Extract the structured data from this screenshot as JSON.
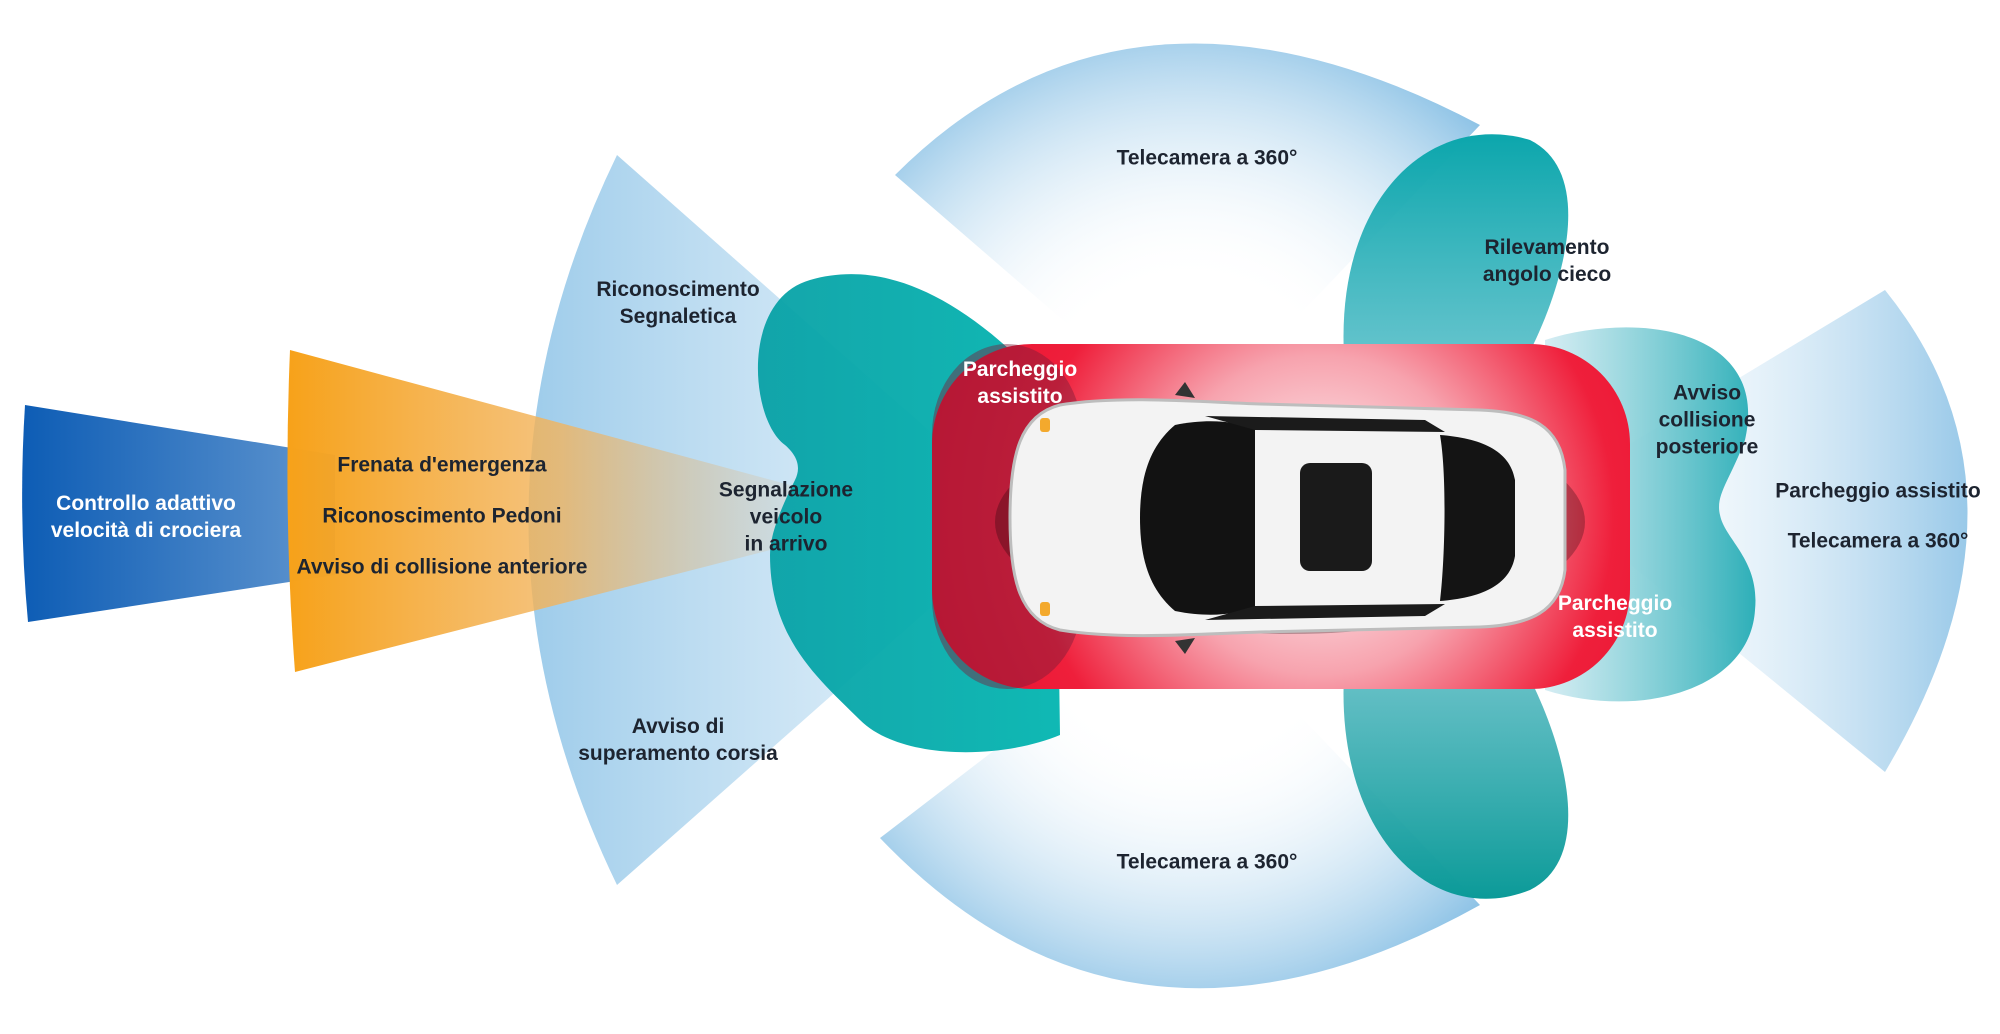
{
  "colors": {
    "sky_blue": "#8ec3e6",
    "teal": "#0aa1a6",
    "orange": "#f6a21c",
    "navy": "#1160b8",
    "red": "#ee1f3b",
    "car_body": "#f2f2f2",
    "glass": "#111111"
  },
  "zones": [
    {
      "id": "adaptive-cruise",
      "icon": "radar-beam-long",
      "lines": [
        "Controllo adattivo",
        "velocità di crociera"
      ]
    },
    {
      "id": "emergency-braking",
      "icon": "radar-beam-front",
      "lines": [
        "Frenata d'emergenza"
      ]
    },
    {
      "id": "pedestrian-recognition",
      "icon": "radar-beam-front",
      "lines": [
        "Riconoscimento Pedoni"
      ]
    },
    {
      "id": "front-collision-warning",
      "icon": "radar-beam-front",
      "lines": [
        "Avviso di collisione anteriore"
      ]
    },
    {
      "id": "sign-recognition",
      "icon": "camera-sector-front",
      "lines": [
        "Riconoscimento",
        "Segnaletica"
      ]
    },
    {
      "id": "lane-departure",
      "icon": "camera-sector-front",
      "lines": [
        "Avviso di",
        "superamento corsia"
      ]
    },
    {
      "id": "cross-traffic-front",
      "icon": "sensor-lobe-front",
      "lines": [
        "Segnalazione",
        "veicolo",
        "in arrivo"
      ]
    },
    {
      "id": "park-assist-front",
      "icon": "ultrasonic-zone",
      "lines": [
        "Parcheggio",
        "assistito"
      ]
    },
    {
      "id": "park-assist-rear",
      "icon": "ultrasonic-zone",
      "lines": [
        "Parcheggio",
        "assistito"
      ]
    },
    {
      "id": "camera-360-top",
      "icon": "camera-sector-side",
      "lines": [
        "Telecamera a 360°"
      ]
    },
    {
      "id": "camera-360-bottom",
      "icon": "camera-sector-side",
      "lines": [
        "Telecamera a 360°"
      ]
    },
    {
      "id": "blind-spot",
      "icon": "sensor-lobe-side",
      "lines": [
        "Rilevamento",
        "angolo cieco"
      ]
    },
    {
      "id": "rear-collision-warning",
      "icon": "sensor-lobe-rear",
      "lines": [
        "Avviso",
        "collisione",
        "posteriore"
      ]
    },
    {
      "id": "park-assist-rear-wide",
      "icon": "camera-sector-rear",
      "lines": [
        "Parcheggio assistito"
      ]
    },
    {
      "id": "camera-360-rear",
      "icon": "camera-sector-rear",
      "lines": [
        "Telecamera a 360°"
      ]
    }
  ]
}
